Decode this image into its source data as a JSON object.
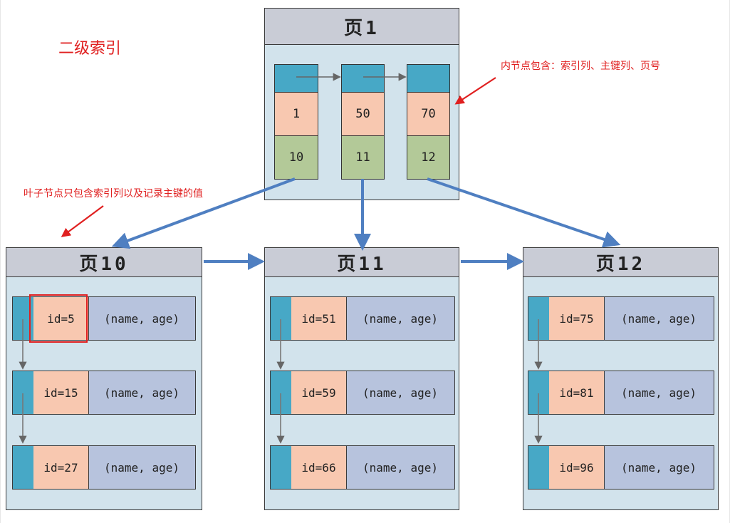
{
  "title": "二级索引",
  "annotations": {
    "inner_node": "内节点包含：索引列、主键列、页号",
    "leaf_node": "叶子节点只包含索引列以及记录主键的值"
  },
  "root_page": {
    "title": "页1",
    "entries": [
      {
        "key": "1",
        "page": "10"
      },
      {
        "key": "50",
        "page": "11"
      },
      {
        "key": "70",
        "page": "12"
      }
    ]
  },
  "leaf_pages": [
    {
      "title": "页10",
      "records": [
        {
          "id": "id=5",
          "cols": "(name, age)"
        },
        {
          "id": "id=15",
          "cols": "(name, age)"
        },
        {
          "id": "id=27",
          "cols": "(name, age)"
        }
      ]
    },
    {
      "title": "页11",
      "records": [
        {
          "id": "id=51",
          "cols": "(name, age)"
        },
        {
          "id": "id=59",
          "cols": "(name, age)"
        },
        {
          "id": "id=66",
          "cols": "(name, age)"
        }
      ]
    },
    {
      "title": "页12",
      "records": [
        {
          "id": "id=75",
          "cols": "(name, age)"
        },
        {
          "id": "id=81",
          "cols": "(name, age)"
        },
        {
          "id": "id=96",
          "cols": "(name, age)"
        }
      ]
    }
  ],
  "colors": {
    "page_bg": "#d2e3ec",
    "header_bg": "#c9ccd6",
    "pointer": "#47a8c6",
    "key": "#f8c8b0",
    "page_no": "#b3c998",
    "columns": "#b7c3dd",
    "arrow": "#4f7fc1",
    "annotation": "#e02020"
  }
}
